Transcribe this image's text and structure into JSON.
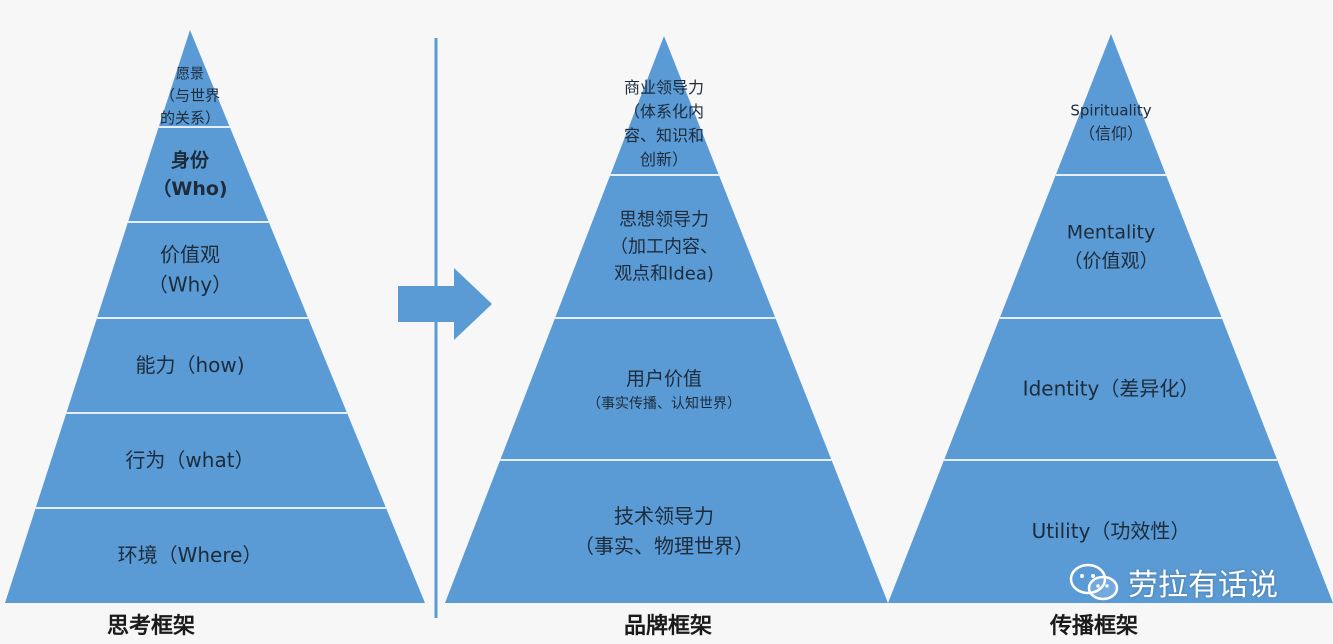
{
  "colors": {
    "pyramid_fill": "#5b9bd5",
    "divider": "#e6eef7",
    "background": "#f7f7f8",
    "arrow": "#5b9bd5",
    "separator": "#5b9bd5"
  },
  "pyramids": [
    {
      "caption": "思考框架",
      "levels": [
        {
          "lines": [
            "愿景",
            "（与世界",
            "的关系）"
          ]
        },
        {
          "lines": [
            "身份",
            "（Who)"
          ]
        },
        {
          "lines": [
            "价值观",
            "（Why）"
          ]
        },
        {
          "lines": [
            "能力（how)"
          ]
        },
        {
          "lines": [
            "行为（what）"
          ]
        },
        {
          "lines": [
            "环境（Where）"
          ]
        }
      ]
    },
    {
      "caption": "品牌框架",
      "levels": [
        {
          "lines": [
            "商业领导力",
            "（体系化内",
            "容、知识和",
            "创新）"
          ]
        },
        {
          "lines": [
            "思想领导力",
            "（加工内容、",
            "观点和Idea)"
          ]
        },
        {
          "lines": [
            "用户价值",
            "（事实传播、认知世界）"
          ]
        },
        {
          "lines": [
            "技术领导力",
            "（事实、物理世界）"
          ]
        }
      ]
    },
    {
      "caption": "传播框架",
      "levels": [
        {
          "lines": [
            "Spirituality",
            "（信仰）"
          ]
        },
        {
          "lines": [
            "Mentality",
            "（价值观）"
          ]
        },
        {
          "lines": [
            "Identity（差异化）"
          ]
        },
        {
          "lines": [
            "Utility（功效性）"
          ]
        }
      ]
    }
  ],
  "watermark": {
    "text": "劳拉有话说",
    "icon": "wechat-icon"
  }
}
